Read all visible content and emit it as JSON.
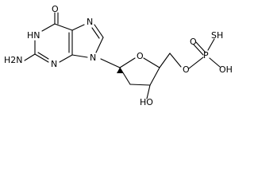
{
  "molecule": {
    "atoms": {
      "o_carbonyl": "O",
      "nh_ring": "HN",
      "nh2": "H2N",
      "n_purine_3": "N",
      "n_purine_7": "N",
      "n_purine_9": "N",
      "o_ring": "O",
      "oh_sugar": "HO",
      "o_linker": "O",
      "p": "P",
      "o_double": "O",
      "sh": "SH",
      "oh_p": "OH"
    }
  }
}
